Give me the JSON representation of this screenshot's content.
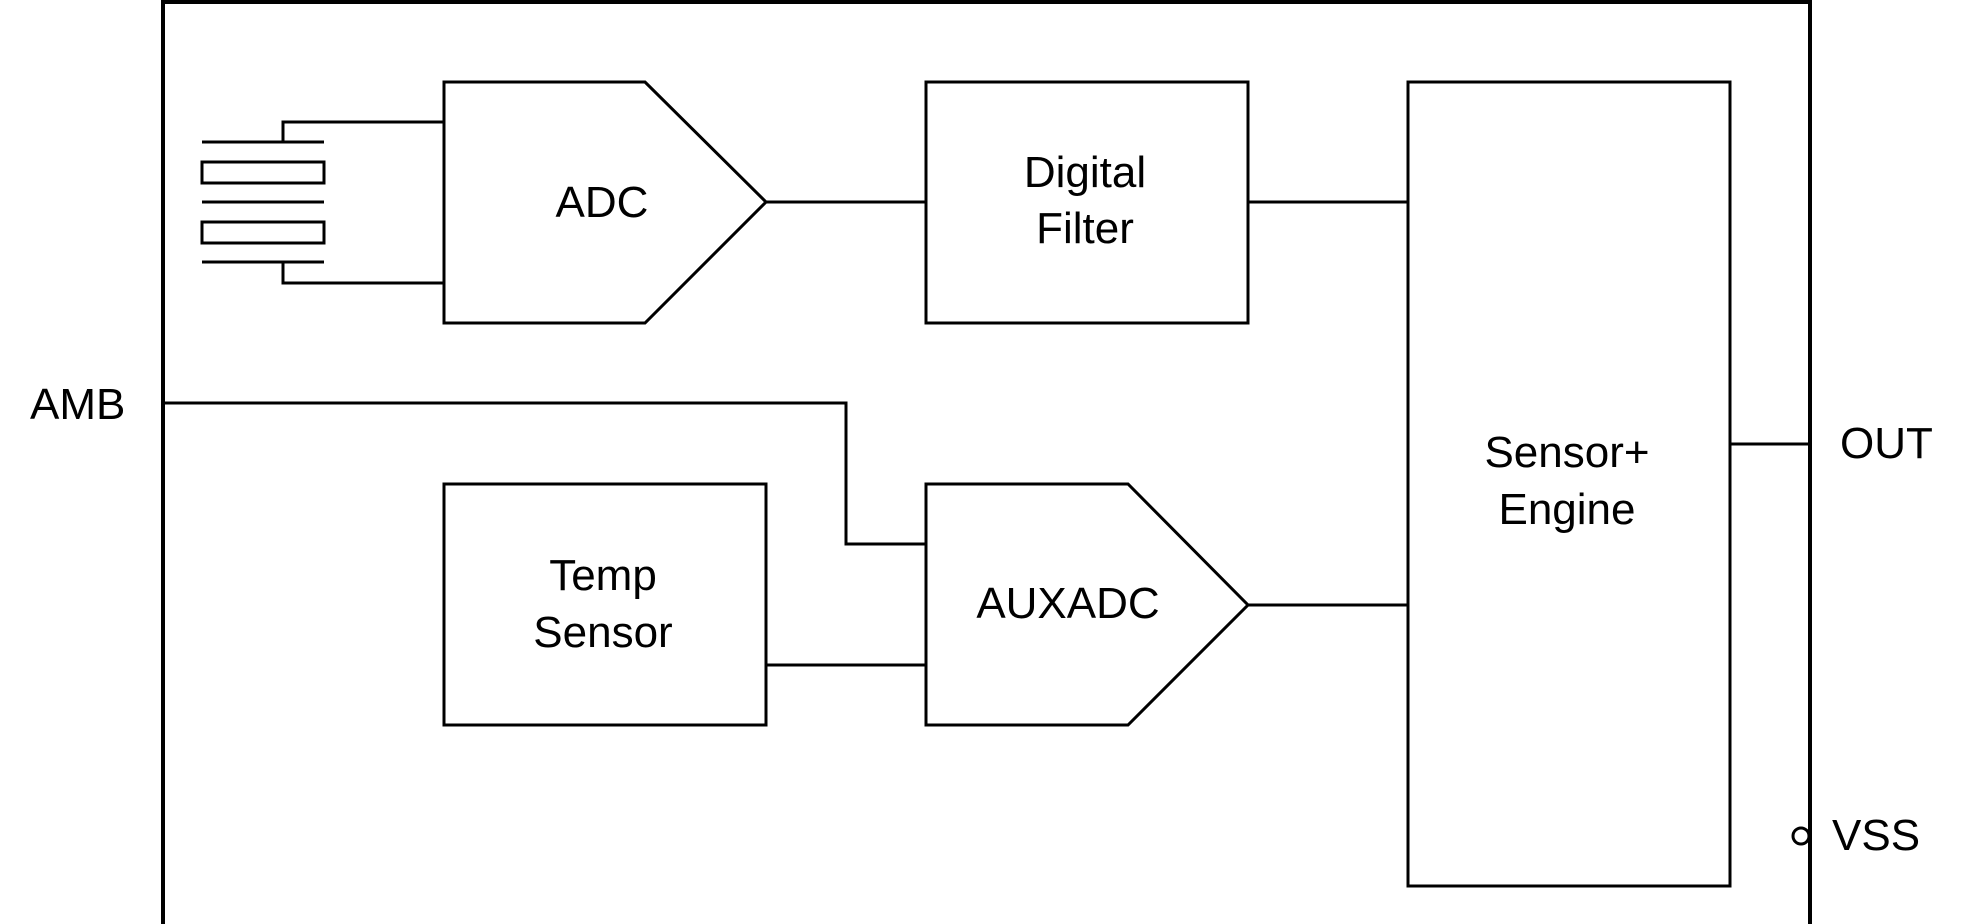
{
  "diagram": {
    "blocks": {
      "adc": "ADC",
      "digital_filter_line1": "Digital",
      "digital_filter_line2": "Filter",
      "sensor_engine_line1": "Sensor+",
      "sensor_engine_line2": "Engine",
      "temp_sensor_line1": "Temp",
      "temp_sensor_line2": "Sensor",
      "aux_adc": "AUXADC"
    },
    "pins": {
      "amb": "AMB",
      "out": "OUT",
      "vss": "VSS"
    }
  }
}
